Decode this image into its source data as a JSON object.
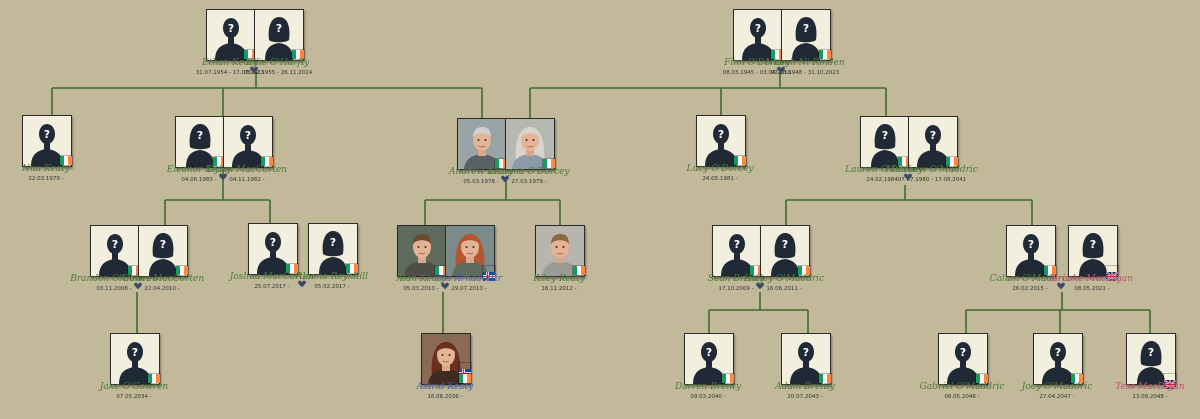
{
  "people": [
    {
      "id": "p1",
      "name": "Ethan Keaty",
      "dates": "31.07.1954 - 17.07.2023",
      "color": "#4b7a3a",
      "photo": "silhouette-male",
      "flag": "ireland"
    },
    {
      "id": "p2",
      "name": "Ellie O'Harfty",
      "dates": "08.02.1955 - 26.11.2024",
      "color": "#4b7a3a",
      "photo": "silhouette-female",
      "flag": "ireland"
    },
    {
      "id": "p3",
      "name": "Finn O'Dorcey",
      "dates": "08.03.1945 - 03.04.2018",
      "color": "#4b7a3a",
      "photo": "silhouette-male",
      "flag": "ireland"
    },
    {
      "id": "p4",
      "name": "Niamh Ni Rinden",
      "dates": "07.03.1948 - 31.10.2023",
      "color": "#4b7a3a",
      "photo": "silhouette-female",
      "flag": "ireland"
    },
    {
      "id": "p5",
      "name": "Nua Keaty",
      "dates": "22.03.1979 -",
      "color": "#4b7a3a",
      "photo": "silhouette-male",
      "flag": "ireland"
    },
    {
      "id": "p6",
      "name": "Eleanor Keaty",
      "dates": "04.06.1983 -",
      "color": "#4b7a3a",
      "photo": "silhouette-female",
      "flag": "ireland"
    },
    {
      "id": "p7",
      "name": "Dylan MacCorten",
      "dates": "04.11.1982 -",
      "color": "#4b7a3a",
      "photo": "silhouette-male",
      "flag": "ireland"
    },
    {
      "id": "p8",
      "name": "Andrew Keaty",
      "dates": "05.03.1978 -",
      "color": "#4b7a3a",
      "photo": "real-male-old",
      "flag": "ireland"
    },
    {
      "id": "p9",
      "name": "Lizanna O'Dorcey",
      "dates": "27.03.1979 -",
      "color": "#4b7a3a",
      "photo": "real-female-old",
      "flag": "ireland"
    },
    {
      "id": "p10",
      "name": "Lucy O'Dorcey",
      "dates": "24.05.1981 -",
      "color": "#4b7a3a",
      "photo": "silhouette-male",
      "flag": "ireland"
    },
    {
      "id": "p11",
      "name": "Lauren O'Dorcey",
      "dates": "24.02.1984 -",
      "color": "#4b7a3a",
      "photo": "silhouette-female",
      "flag": "ireland"
    },
    {
      "id": "p12",
      "name": "Matthew O'Maddric",
      "dates": "07.07.1980 - 17.08.2041",
      "color": "#4b7a3a",
      "photo": "silhouette-male",
      "flag": "ireland"
    },
    {
      "id": "p13",
      "name": "Brandon O'Gowren",
      "dates": "03.11.2008 -",
      "color": "#4b7a3a",
      "photo": "silhouette-male",
      "flag": "ireland"
    },
    {
      "id": "p14",
      "name": "Amber MacCorten",
      "dates": "22.04.2010 -",
      "color": "#4b7a3a",
      "photo": "silhouette-female",
      "flag": "ireland"
    },
    {
      "id": "p15",
      "name": "Joshua MacCorten",
      "dates": "25.07.2017 -",
      "color": "#4b7a3a",
      "photo": "silhouette-male",
      "flag": "ireland"
    },
    {
      "id": "p16",
      "name": "Alanna Reynhill",
      "dates": "05.02.2017 -",
      "color": "#4b7a3a",
      "photo": "silhouette-female",
      "flag": "ireland"
    },
    {
      "id": "p17",
      "name": "Alan Keaty",
      "dates": "05.03.2010 -",
      "color": "#4b7a3a",
      "photo": "real-male-young",
      "flag": "ireland"
    },
    {
      "id": "p18",
      "name": "Iris Arnadottir",
      "dates": "29.07.2010 -",
      "color": "#4a63a8",
      "photo": "real-female-young",
      "flag": "iceland"
    },
    {
      "id": "p19",
      "name": "Riley Keaty",
      "dates": "16.11.2012 -",
      "color": "#4b7a3a",
      "photo": "real-male-young2",
      "flag": "ireland"
    },
    {
      "id": "p20",
      "name": "Sean Brenty",
      "dates": "17.10.2009 -",
      "color": "#4b7a3a",
      "photo": "silhouette-male",
      "flag": "ireland"
    },
    {
      "id": "p21",
      "name": "Hailey O'Maddric",
      "dates": "16.06.2011 -",
      "color": "#4b7a3a",
      "photo": "silhouette-female",
      "flag": "ireland"
    },
    {
      "id": "p22",
      "name": "Calum O'Maddric",
      "dates": "26.02.2015 -",
      "color": "#4b7a3a",
      "photo": "silhouette-male",
      "flag": "ireland"
    },
    {
      "id": "p23",
      "name": "Brooke MacDigan",
      "dates": "08.05.2021 -",
      "color": "#c0506a",
      "photo": "silhouette-female",
      "flag": "uk"
    },
    {
      "id": "p24",
      "name": "Jake O'Gowren",
      "dates": "07.05.2034 -",
      "color": "#4b7a3a",
      "photo": "silhouette-male",
      "flag": "ireland"
    },
    {
      "id": "p25",
      "name": "Astrid Keaty",
      "dates": "16.08.2036 -",
      "color": "#4a63a8",
      "photo": "real-girl",
      "flag": "iceland-ireland"
    },
    {
      "id": "p26",
      "name": "Darren Brenty",
      "dates": "09.03.2040 -",
      "color": "#4b7a3a",
      "photo": "silhouette-male",
      "flag": "ireland"
    },
    {
      "id": "p27",
      "name": "Adam Brenty",
      "dates": "20.07.2043 -",
      "color": "#4b7a3a",
      "photo": "silhouette-male",
      "flag": "ireland"
    },
    {
      "id": "p28",
      "name": "Gabriel O'Maddric",
      "dates": "08.05.2046 -",
      "color": "#4b7a3a",
      "photo": "silhouette-male",
      "flag": "ireland"
    },
    {
      "id": "p29",
      "name": "Joey O'Maddric",
      "dates": "27.04.2047 -",
      "color": "#4b7a3a",
      "photo": "silhouette-male",
      "flag": "ireland"
    },
    {
      "id": "p30",
      "name": "Tess MacDigan",
      "dates": "13.08.2048 -",
      "color": "#c0506a",
      "photo": "silhouette-girl",
      "flag": "uk"
    }
  ],
  "colors": {
    "background": "#c2b89a",
    "line": "#3f6b2a",
    "card": "#f3efdf",
    "ireland_green": "#169b62",
    "ireland_orange": "#ff883e",
    "heart": "#3a4a66"
  }
}
